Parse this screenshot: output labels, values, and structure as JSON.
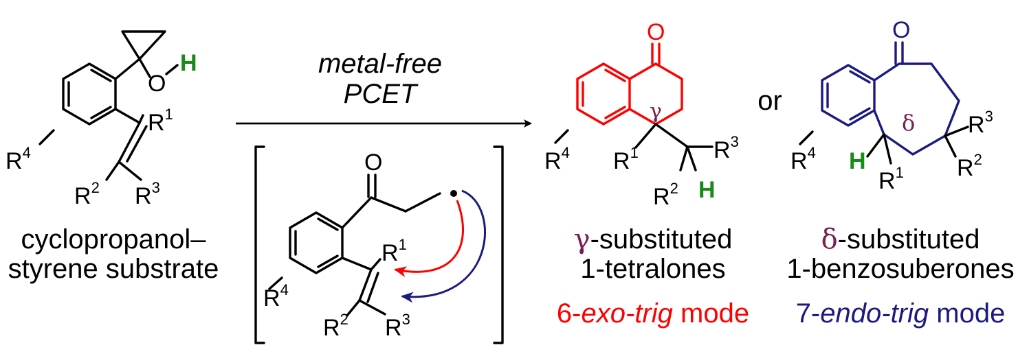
{
  "colors": {
    "black": "#000000",
    "red": "#ff0000",
    "navy": "#1a1a80",
    "green": "#1a8a1a",
    "maroon": "#7a1f4f"
  },
  "labels": {
    "O": "O",
    "H": "H",
    "R": "R",
    "s1": "1",
    "s2": "2",
    "s3": "3",
    "s4": "4",
    "gamma": "γ",
    "delta": "δ"
  },
  "arrow": {
    "line1": "metal-free",
    "line2": "PCET"
  },
  "substrate": {
    "line1": "cyclopropanol–",
    "line2": "styrene substrate"
  },
  "or_text": "or",
  "product_gamma": {
    "prefix_symbol": "γ",
    "line1": "-substituted",
    "line2": "1-tetralones",
    "mode_num": "6-",
    "mode_italic": "exo-trig",
    "mode_word": " mode"
  },
  "product_delta": {
    "prefix_symbol": "δ",
    "line1": "-substituted",
    "line2": "1-benzosuberones",
    "mode_num": "7-",
    "mode_italic": "endo-trig",
    "mode_word": " mode"
  }
}
